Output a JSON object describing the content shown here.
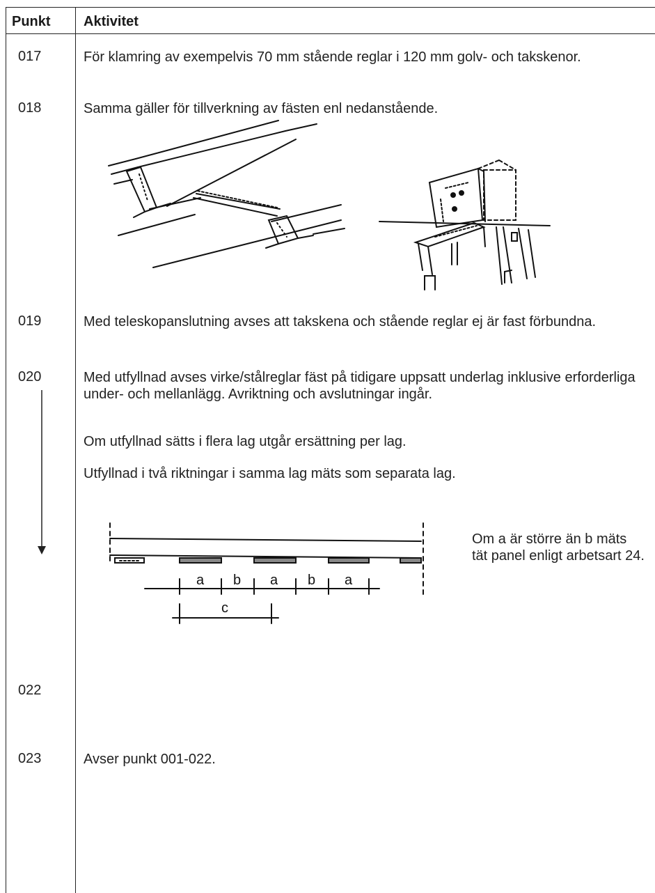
{
  "header": {
    "col1": "Punkt",
    "col2": "Aktivitet"
  },
  "rows": [
    {
      "code": "017",
      "text": "För klamring av exempelvis 70 mm stående reglar i 120 mm golv- och takskenor."
    },
    {
      "code": "018",
      "text": "Samma gäller för tillverkning av fästen enl nedanstående."
    },
    {
      "code": "019",
      "text": "Med teleskopanslutning avses att takskena och stående reglar ej är fast förbundna."
    },
    {
      "code": "020",
      "text": "Med utfyllnad avses virke/stålreglar fäst på tidigare uppsatt underlag inklusive erforderliga under- och mellanlägg. Avriktning och avslutningar ingår."
    },
    {
      "code": "022",
      "text": ""
    },
    {
      "code": "023",
      "text": "Avser punkt 001-022."
    }
  ],
  "row020_extra": [
    "Om utfyllnad sätts i flera lag utgår ersättning per lag.",
    "Utfyllnad i två riktningar i samma lag mäts som separata lag."
  ],
  "figure_note": "Om a är större än b mäts tät panel enligt arbetsart 24.",
  "figure_labels": {
    "a": "a",
    "b": "b",
    "c": "c"
  }
}
